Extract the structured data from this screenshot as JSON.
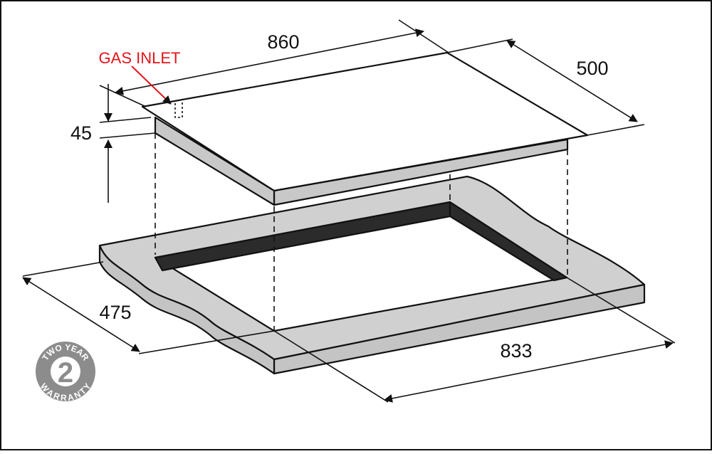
{
  "dimensions": {
    "width": "860",
    "depth": "500",
    "height": "45",
    "cutout_depth": "475",
    "cutout_width": "833"
  },
  "callout": {
    "label": "GAS INLET",
    "color": "#e3141b"
  },
  "badge": {
    "top_text": "TWO YEAR",
    "number": "2",
    "bottom_text": "WARRANTY",
    "color": "#8c8c8c"
  },
  "colors": {
    "line": "#111111",
    "cooktop_edge": "#c8c8c8",
    "bench": "#d0d0d0",
    "cutout_wall": "#2b2b2b"
  }
}
